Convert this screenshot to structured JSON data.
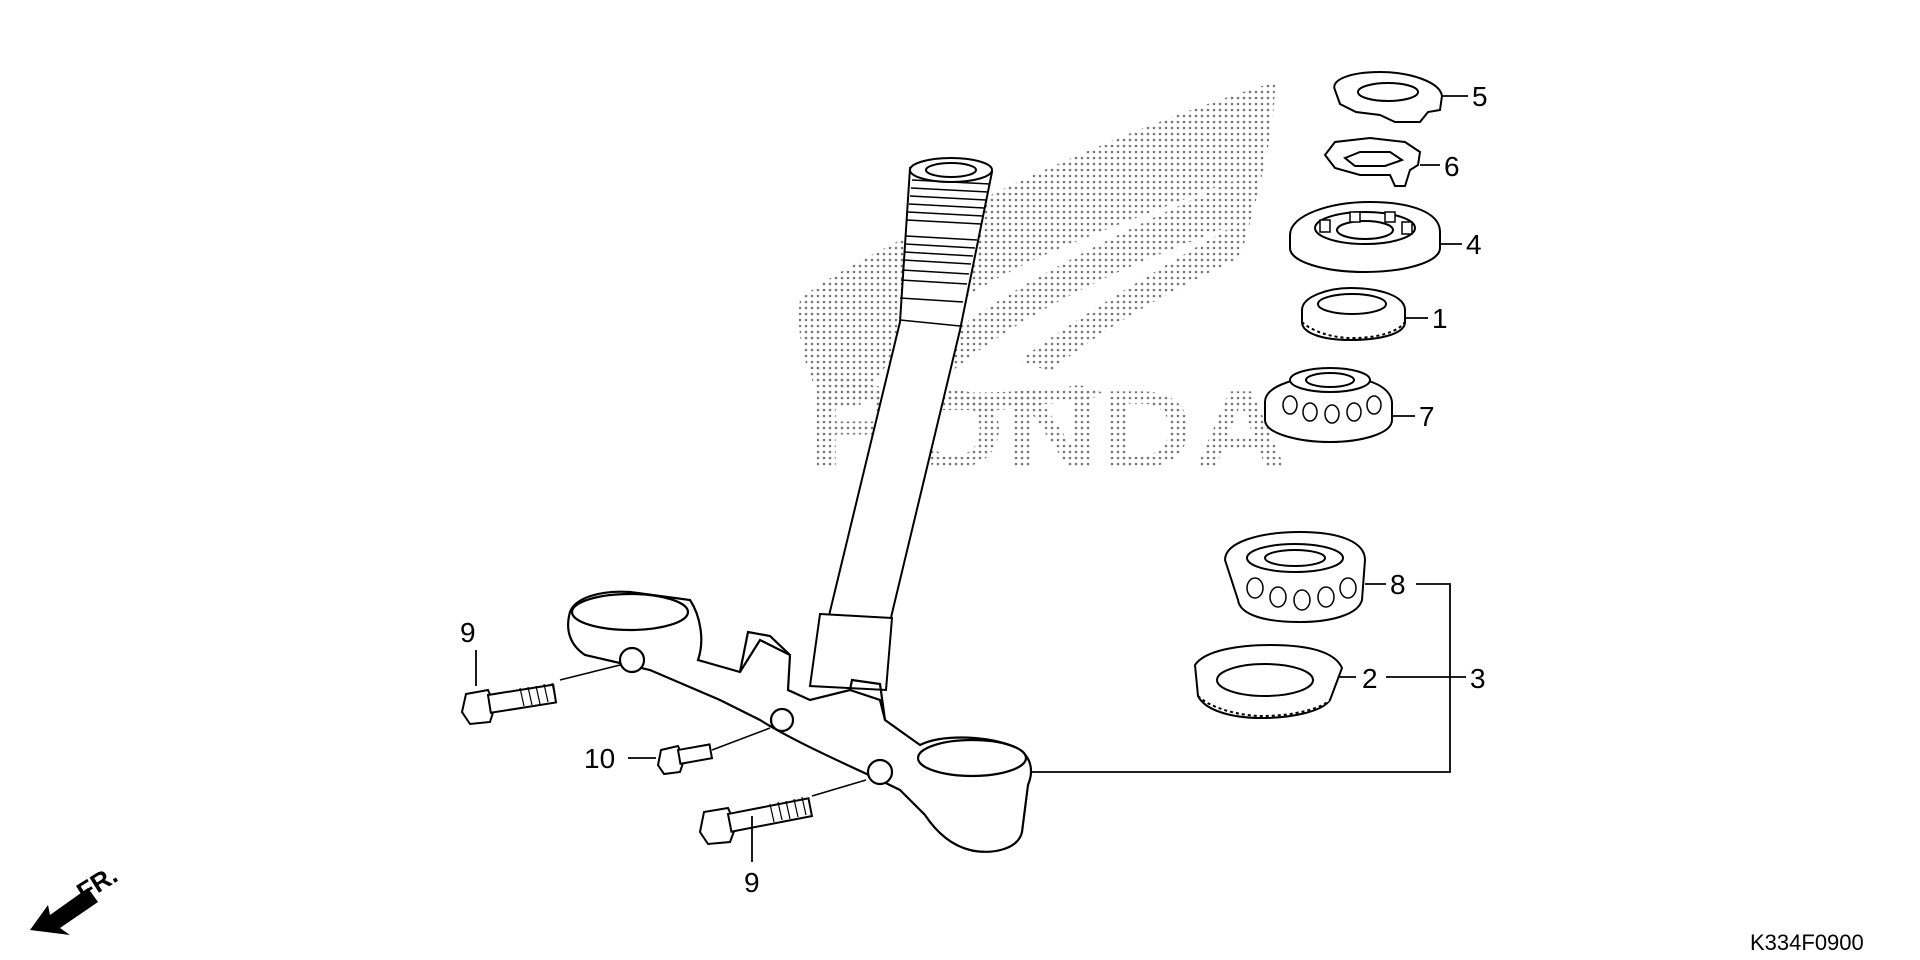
{
  "diagram": {
    "front_label": "FR.",
    "part_code": "K334F0900",
    "callouts": [
      {
        "id": "c5",
        "text": "5"
      },
      {
        "id": "c6",
        "text": "6"
      },
      {
        "id": "c4",
        "text": "4"
      },
      {
        "id": "c1",
        "text": "1"
      },
      {
        "id": "c7",
        "text": "7"
      },
      {
        "id": "c8",
        "text": "8"
      },
      {
        "id": "c2",
        "text": "2"
      },
      {
        "id": "c3",
        "text": "3"
      },
      {
        "id": "c9a",
        "text": "9"
      },
      {
        "id": "c9b",
        "text": "9"
      },
      {
        "id": "c10",
        "text": "10"
      }
    ]
  }
}
